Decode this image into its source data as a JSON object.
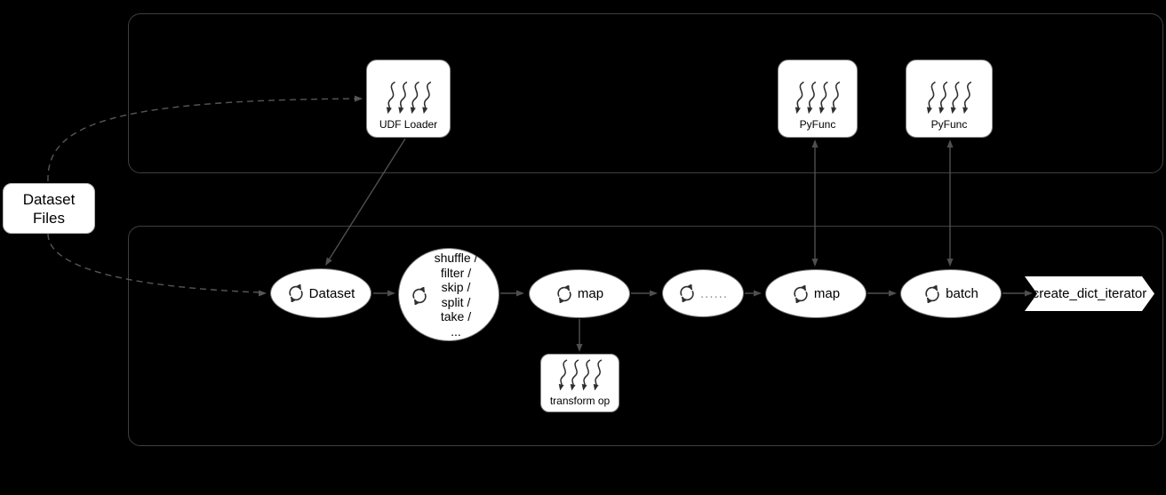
{
  "nodes": {
    "dataset_files": {
      "label": "Dataset Files"
    },
    "udf_loader": {
      "label": "UDF Loader"
    },
    "pyfunc_map": {
      "label": "PyFunc"
    },
    "pyfunc_batch": {
      "label": "PyFunc"
    },
    "dataset": {
      "label": "Dataset"
    },
    "shuffle": {
      "lines": [
        "shuffle /",
        "filter /",
        "skip /",
        "split /",
        "take /",
        "..."
      ]
    },
    "map_1": {
      "label": "map"
    },
    "ellipsis": {
      "label": "......"
    },
    "map_2": {
      "label": "map"
    },
    "batch": {
      "label": "batch"
    },
    "transform_op": {
      "label": "transform op"
    },
    "iterator": {
      "label": "create_dict_iterator"
    }
  },
  "colors": {
    "background": "#000000",
    "node_fill": "#ffffff",
    "node_border": "#8a8a8a",
    "container_border": "#3f3f3f",
    "connector": "#4f4f4f",
    "dashed_connector": "#565656",
    "icon_stroke": "#2e2e2e",
    "text": "#000000",
    "ellipsis_text": "#8c8c8c"
  }
}
